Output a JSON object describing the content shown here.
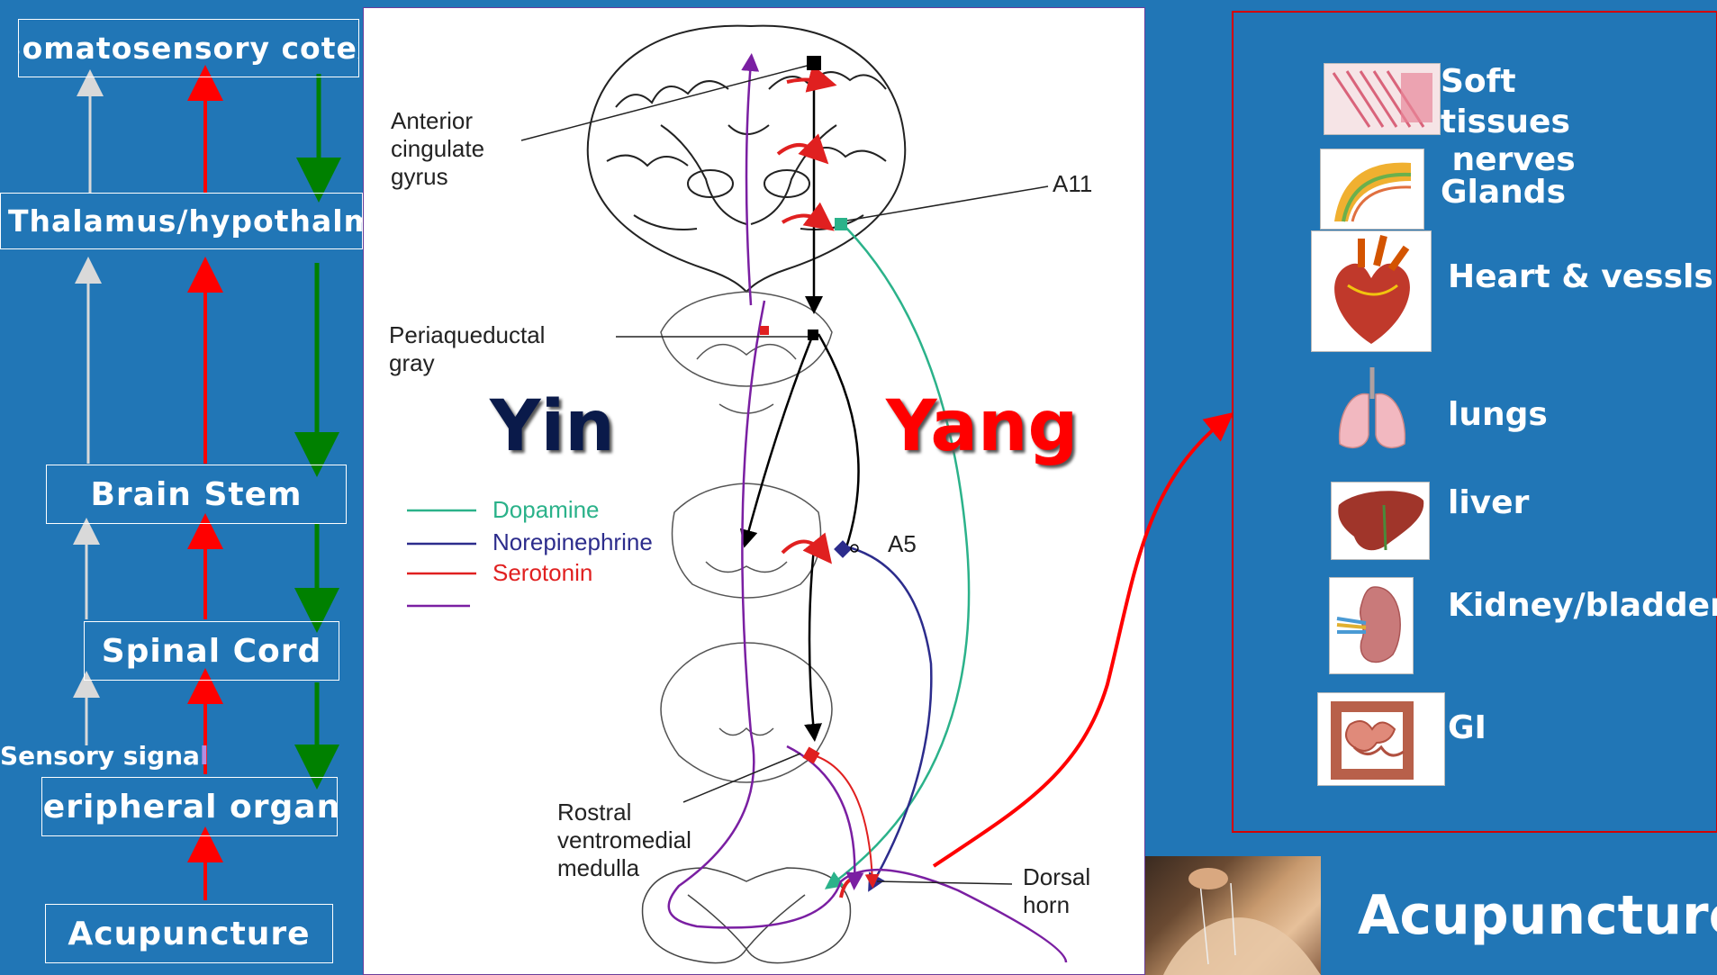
{
  "flow": {
    "boxes": {
      "somatosensory": "Somatosensory cotex",
      "thalamus": "Thalamus/hypothalmus",
      "brainstem": "Brain Stem",
      "spinal": "Spinal Cord",
      "peripheral": "Peripheral organs",
      "acupuncture": "Acupuncture"
    },
    "sensory_signal": "Sensory signa",
    "sensory_signal_tail": "l",
    "arrow_colors": {
      "sensory": "#d9d9d9",
      "ascending": "#ff0000",
      "descending": "#008000"
    }
  },
  "diagram": {
    "labels": {
      "anterior": [
        "Anterior",
        "cingulate",
        "gyrus"
      ],
      "a11": "A11",
      "periaqueductal": [
        "Periaqueductal",
        "gray"
      ],
      "a5": "A5",
      "rostral": [
        "Rostral",
        "ventromedial",
        "medulla"
      ],
      "dorsal": [
        "Dorsal",
        "horn"
      ]
    },
    "legend": [
      {
        "name": "Dopamine",
        "color": "#2bb28a"
      },
      {
        "name": "Norepinephrine",
        "color": "#2c2c8c"
      },
      {
        "name": "Serotonin",
        "color": "#e02020"
      },
      {
        "name": "",
        "color": "#7a1fa2"
      }
    ],
    "yin": "Yin",
    "yang": "Yang",
    "yin_color": "#0a1a4a",
    "yang_color": "#ff0000"
  },
  "organs": {
    "items": [
      {
        "label": "Soft\ntissues",
        "icon": "muscle-tissue-icon"
      },
      {
        "label": " nerves\nGlands",
        "icon": "nerve-gland-icon"
      },
      {
        "label": "Heart & vessls",
        "icon": "heart-icon"
      },
      {
        "label": "lungs",
        "icon": "lungs-icon"
      },
      {
        "label": "liver",
        "icon": "liver-icon"
      },
      {
        "label": "Kidney/bladder",
        "icon": "kidney-icon"
      },
      {
        "label": "GI",
        "icon": "intestine-icon"
      }
    ],
    "border_color": "#d40000"
  },
  "footer": {
    "title": "Acupuncture"
  }
}
